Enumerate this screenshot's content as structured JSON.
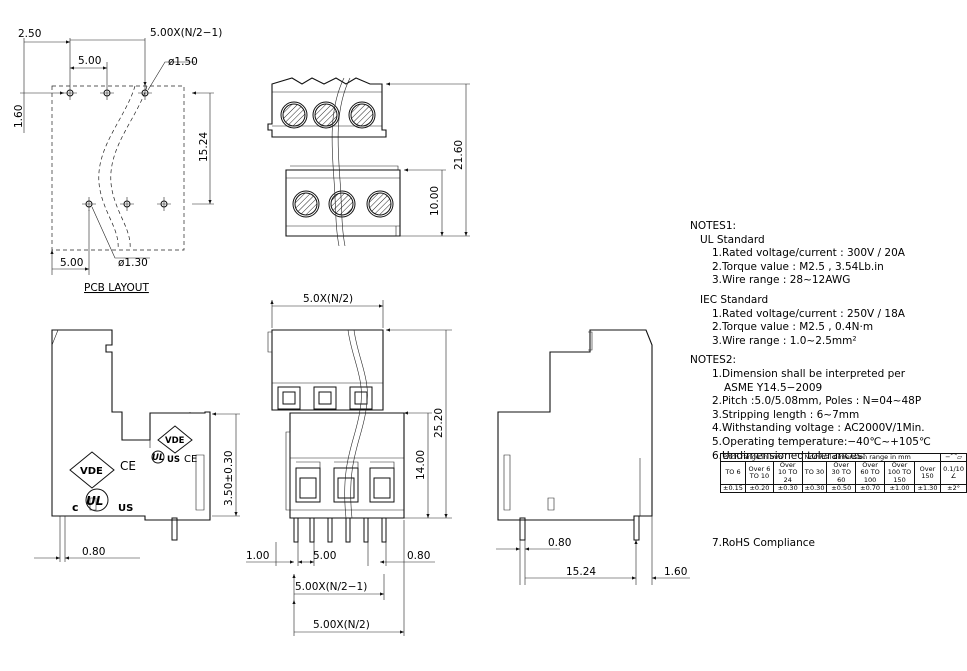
{
  "pcb": {
    "dim_2_50": "2.50",
    "dim_5_00_top": "5.00",
    "dim_pitch_n": "5.00X(N/2−1)",
    "dim_hole_150": "ø1.50",
    "dim_1_60": "1.60",
    "dim_15_24": "15.24",
    "dim_5_00_bottom": "5.00",
    "dim_hole_130": "ø1.30",
    "caption": "PCB LAYOUT"
  },
  "top_view": {
    "dim_21_60": "21.60",
    "dim_10_00": "10.00"
  },
  "front_view": {
    "dim_width": "5.0X(N/2)",
    "dim_25_20": "25.20",
    "dim_14_00": "14.00",
    "dim_1_00": "1.00",
    "dim_5_00": "5.00",
    "dim_0_80": "0.80",
    "dim_pitch_bottom1": "5.00X(N/2−1)",
    "dim_pitch_bottom2": "5.00X(N/2)"
  },
  "left_view": {
    "dim_3_50": "3.50±0.30",
    "dim_0_80": "0.80",
    "mark_vde_large": "VDE",
    "mark_ce_large": "CE",
    "mark_c": "c",
    "mark_ul": "UL",
    "mark_us": "US",
    "mark_vde_small": "VDE",
    "mark_ce_small": "CE",
    "mark_ul_small": "UL",
    "mark_us_small": "US"
  },
  "right_view": {
    "dim_0_80": "0.80",
    "dim_15_24": "15.24",
    "dim_1_60": "1.60"
  },
  "notes": {
    "title1": "NOTES1:",
    "ul_title": "UL Standard",
    "ul_1": "1.Rated voltage/current : 300V / 20A",
    "ul_2": "2.Torque value : M2.5 , 3.54Lb.in",
    "ul_3": "3.Wire range : 28~12AWG",
    "iec_title": "IEC Standard",
    "iec_1": "1.Rated voltage/current : 250V / 18A",
    "iec_2": "2.Torque value : M2.5 , 0.4N·m",
    "iec_3": "3.Wire range : 1.0~2.5mm²",
    "title2": "NOTES2:",
    "n2_1a": "1.Dimension shall be interpreted per",
    "n2_1b": "ASME Y14.5−2009",
    "n2_2": "2.Pitch :5.0/5.08mm, Poles : N=04~48P",
    "n2_3": "3.Stripping length : 6~7mm",
    "n2_4": "4.Withstanding voltage : AC2000V/1Min.",
    "n2_5": "5.Operating temperature:−40℃~+105℃",
    "n2_6": "6.Undimensioned tolerances:",
    "n2_7": "7.RoHS Compliance"
  },
  "tolerance_table": {
    "pitch_header": "Pitch range in mm",
    "nominal_header": "Nominal dimension range in mm",
    "sym_header": "−⌒▱",
    "pitch_ranges": [
      "TO 6",
      "Over 6 TO 10",
      "Over 10 TO 24"
    ],
    "nominal_ranges": [
      "TO 30",
      "Over 30 TO 60",
      "Over 60 TO 100",
      "Over 100 TO 150",
      "Over 150"
    ],
    "flat_tol": "0.1/10",
    "angle_sym": "∠",
    "pitch_tols": [
      "±0.15",
      "±0.20",
      "±0.30"
    ],
    "nominal_tols": [
      "±0.30",
      "±0.50",
      "±0.70",
      "±1.00",
      "±1.30"
    ],
    "angle_tol": "±2°"
  }
}
